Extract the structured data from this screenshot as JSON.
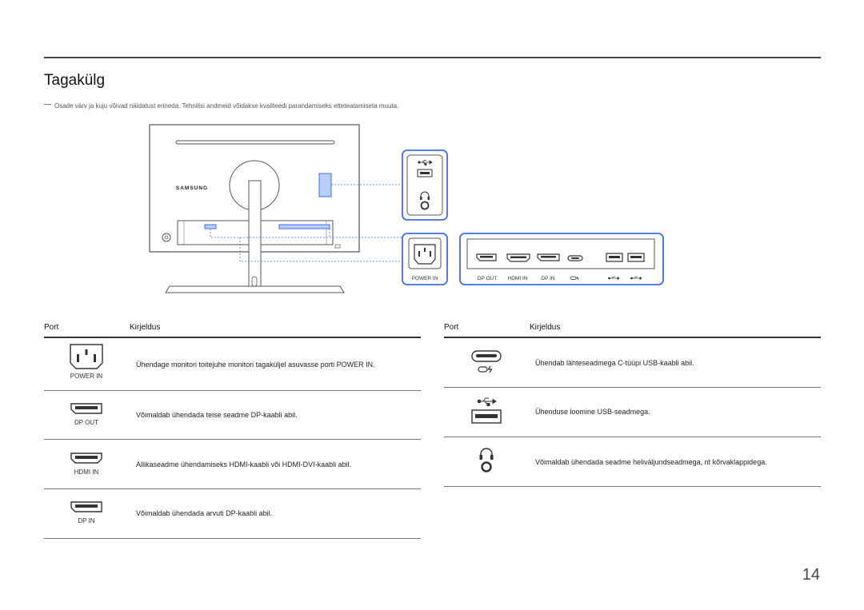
{
  "page": {
    "title": "Tagakülg",
    "note": "Osade värv ja kuju võivad näidatust erineda. Tehnilisi andmeid võidakse kvaliteedi parandamiseks etteteatamiseta muuta.",
    "page_number": "14"
  },
  "diagram": {
    "brand": "SAMSUNG",
    "power_label": "POWER IN",
    "port_labels": [
      "DP OUT",
      "HDMI IN",
      "DP IN"
    ]
  },
  "tables": {
    "col_port": "Port",
    "col_desc": "Kirjeldus",
    "left_rows": [
      {
        "icon": "power-in-port-icon",
        "label": "POWER IN",
        "desc_before": "Ühendage monitori toitejuhe monitori tagaküljel asuvasse porti ",
        "desc_em": "POWER IN",
        "desc_after": "."
      },
      {
        "icon": "dp-port-icon",
        "label": "DP OUT",
        "desc": "Võimaldab ühendada teise seadme DP-kaabli abil."
      },
      {
        "icon": "hdmi-port-icon",
        "label": "HDMI IN",
        "desc": "Allikaseadme ühendamiseks HDMI-kaabli või HDMI-DVI-kaabli abil."
      },
      {
        "icon": "dp-port-icon",
        "label": "DP IN",
        "desc": "Võimaldab ühendada arvuti DP-kaabli abil."
      }
    ],
    "right_rows": [
      {
        "icon": "usb-c-port-icon",
        "desc": "Ühendab lähteseadmega C-tüüpi USB-kaabli abil."
      },
      {
        "icon": "usb-port-icon",
        "desc": "Ühenduse loomine USB-seadmega."
      },
      {
        "icon": "headphone-port-icon",
        "desc": "Võimaldab ühendada seadme heliväljundseadmega, nt kõrvaklappidega."
      }
    ]
  }
}
